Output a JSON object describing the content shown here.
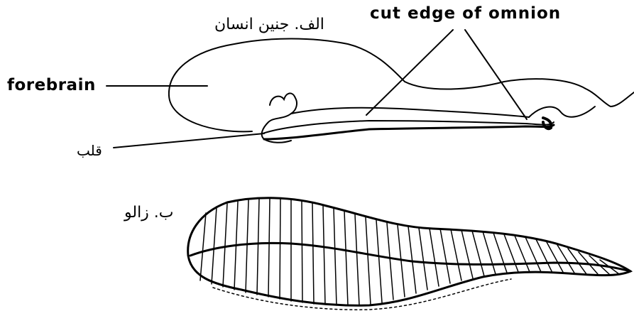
{
  "labels": {
    "part_a": "الف. جنين انسان",
    "cut_edge": "cut edge of omnion",
    "forebrain": "forebrain",
    "heart": "قلب",
    "part_b": "ب. زالو"
  },
  "colors": {
    "ink": "#000000",
    "background": "#ffffff"
  }
}
